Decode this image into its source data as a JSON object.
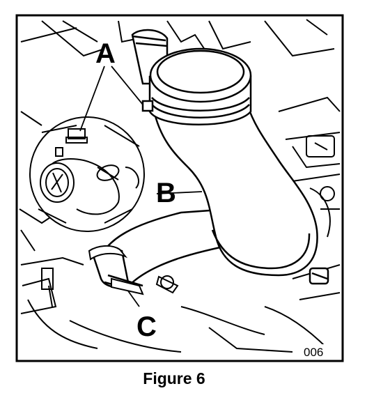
{
  "figure": {
    "callouts": {
      "a": "A",
      "b": "B",
      "c": "C"
    },
    "ref_number": "006",
    "caption": "Figure 6"
  }
}
